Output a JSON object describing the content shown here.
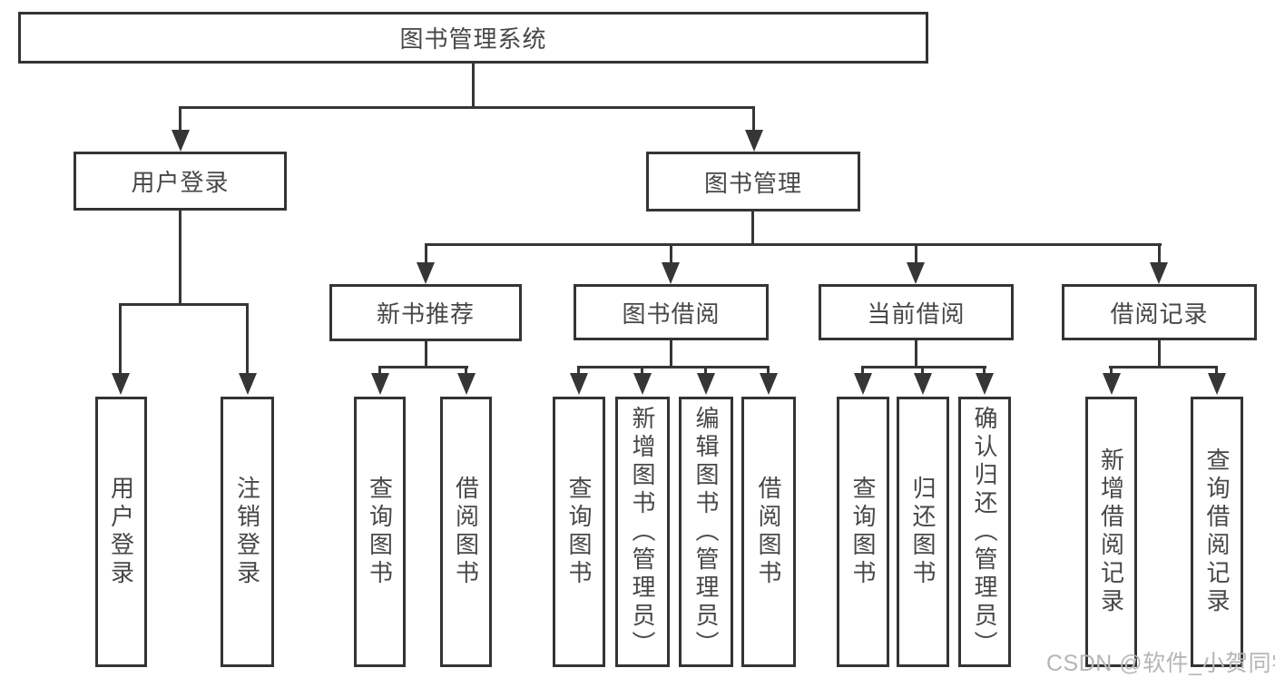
{
  "tree": {
    "label": "图书管理系统",
    "children": [
      {
        "label": "用户登录",
        "children": [
          {
            "label": "用户登录"
          },
          {
            "label": "注销登录"
          }
        ]
      },
      {
        "label": "图书管理",
        "children": [
          {
            "label": "新书推荐",
            "children": [
              {
                "label": "查询图书"
              },
              {
                "label": "借阅图书"
              }
            ]
          },
          {
            "label": "图书借阅",
            "children": [
              {
                "label": "查询图书"
              },
              {
                "label": "新增图书（管理员）"
              },
              {
                "label": "编辑图书（管理员）"
              },
              {
                "label": "借阅图书"
              }
            ]
          },
          {
            "label": "当前借阅",
            "children": [
              {
                "label": "查询图书"
              },
              {
                "label": "归还图书"
              },
              {
                "label": "确认归还（管理员）"
              }
            ]
          },
          {
            "label": "借阅记录",
            "children": [
              {
                "label": "新增借阅记录"
              },
              {
                "label": "查询借阅记录"
              }
            ]
          }
        ]
      }
    ]
  },
  "watermark": {
    "text": "CSDN @软件_小贺同学"
  },
  "colors": {
    "line": "#363636",
    "border": "#343434",
    "text": "#474747",
    "watermark": "#b6b6b6",
    "background": "#ffffff"
  }
}
